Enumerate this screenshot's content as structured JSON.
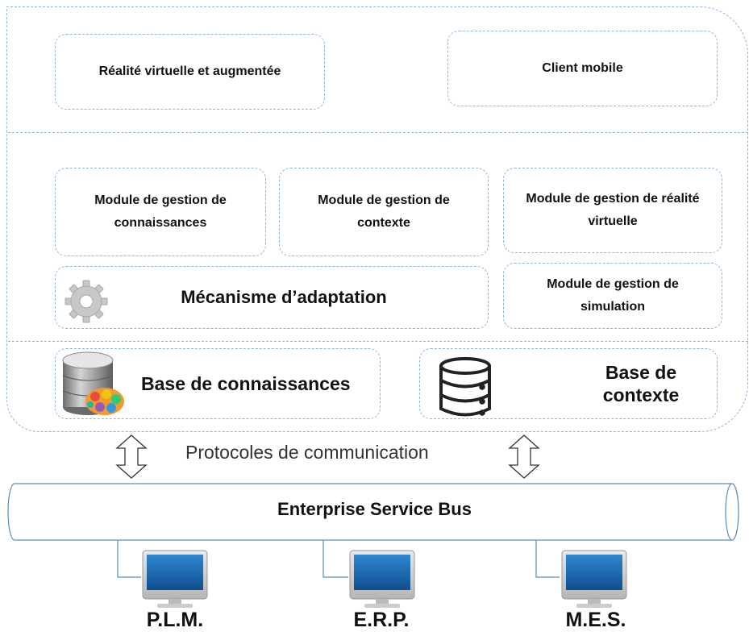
{
  "top_layer": {
    "vr_ar": "Réalité virtuelle et augmentée",
    "mobile_client": "Client mobile"
  },
  "middle_layer": {
    "knowledge_module": "Module de gestion de connaissances",
    "context_module": "Module de gestion de contexte",
    "vr_module": "Module de gestion de réalité virtuelle",
    "adaptation": "Mécanisme d’adaptation",
    "simulation_module": "Module de gestion de simulation"
  },
  "data_layer": {
    "knowledge_base": "Base de connaissances",
    "context_base": "Base de contexte"
  },
  "protocols": "Protocoles de communication",
  "bus": "Enterprise Service Bus",
  "systems": [
    "P.L.M.",
    "E.R.P.",
    "M.E.S."
  ],
  "colors": {
    "dashed_border": "#8fb6d8",
    "monitor_blue": "#1e6fb5"
  }
}
